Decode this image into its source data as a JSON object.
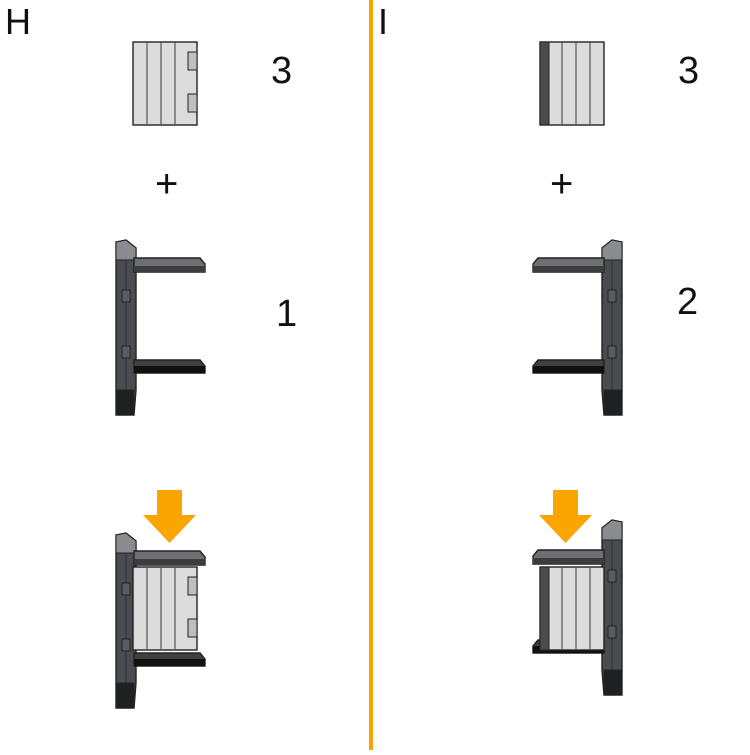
{
  "colors": {
    "divider": "#f5a400",
    "arrow": "#fba500",
    "light_part": "#dcdcdc",
    "dark_part": "#4a4c4f",
    "outline": "#222222"
  },
  "panels": [
    {
      "letter": "H",
      "top_part_number": "3",
      "operator": "+",
      "frame_part_number": "1",
      "frame_orientation": "left"
    },
    {
      "letter": "I",
      "top_part_number": "3",
      "operator": "+",
      "frame_part_number": "2",
      "frame_orientation": "right"
    }
  ]
}
